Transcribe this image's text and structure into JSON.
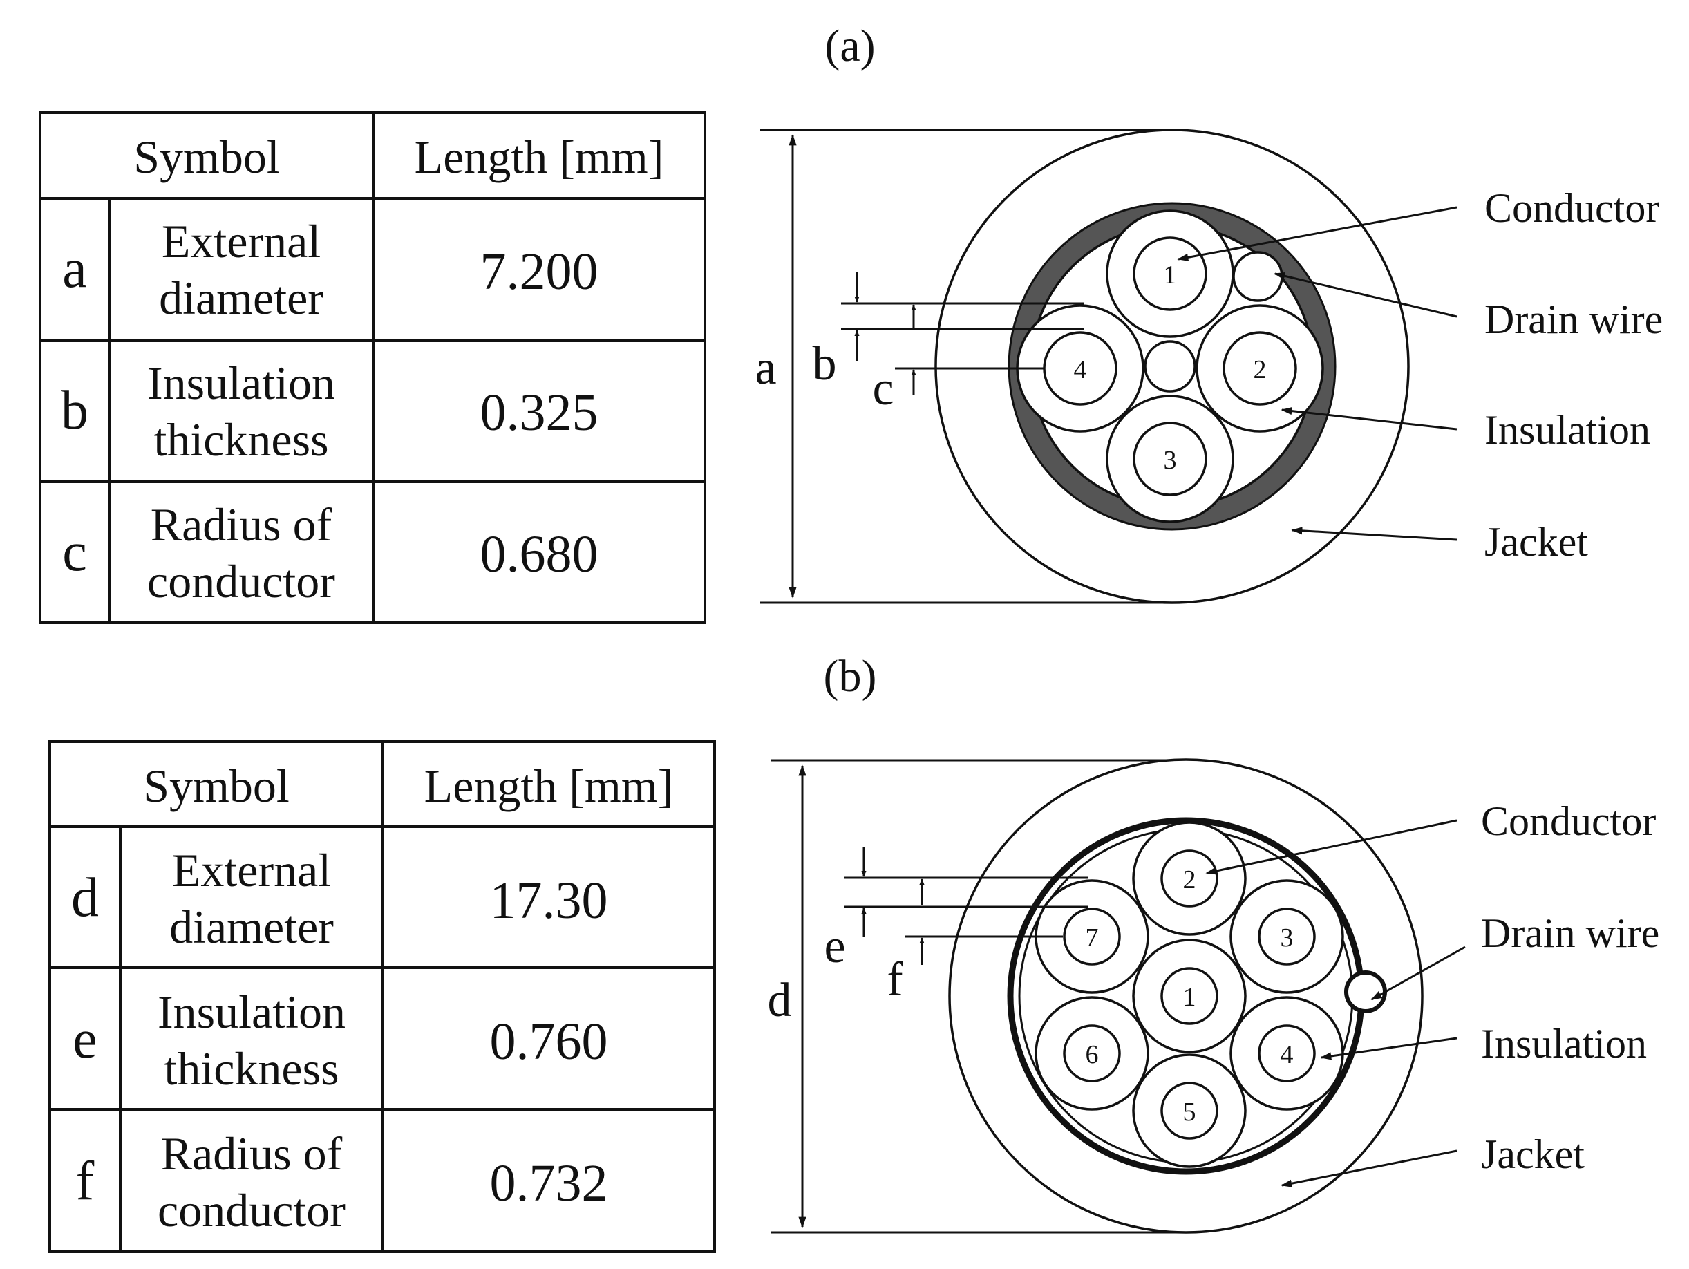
{
  "panel_a": {
    "label": "(a)",
    "table": {
      "header_symbol": "Symbol",
      "header_length": "Length [mm]",
      "rows": [
        {
          "symbol": "a",
          "name_line1": "External",
          "name_line2": "diameter",
          "value": "7.200"
        },
        {
          "symbol": "b",
          "name_line1": "Insulation",
          "name_line2": "thickness",
          "value": "0.325"
        },
        {
          "symbol": "c",
          "name_line1": "Radius of",
          "name_line2": "conductor",
          "value": "0.680"
        }
      ]
    },
    "diagram": {
      "dims": {
        "outer": "a",
        "insulation": "b",
        "conductor": "c"
      },
      "wire_numbers": [
        "1",
        "2",
        "3",
        "4"
      ],
      "callouts": [
        "Conductor",
        "Drain wire",
        "Insulation",
        "Jacket"
      ]
    }
  },
  "panel_b": {
    "label": "(b)",
    "table": {
      "header_symbol": "Symbol",
      "header_length": "Length [mm]",
      "rows": [
        {
          "symbol": "d",
          "name_line1": "External",
          "name_line2": "diameter",
          "value": "17.30"
        },
        {
          "symbol": "e",
          "name_line1": "Insulation",
          "name_line2": "thickness",
          "value": "0.760"
        },
        {
          "symbol": "f",
          "name_line1": "Radius of",
          "name_line2": "conductor",
          "value": "0.732"
        }
      ]
    },
    "diagram": {
      "dims": {
        "outer": "d",
        "insulation": "e",
        "conductor": "f"
      },
      "wire_numbers": [
        "1",
        "2",
        "3",
        "4",
        "5",
        "6",
        "7"
      ],
      "callouts": [
        "Conductor",
        "Drain wire",
        "Insulation",
        "Jacket"
      ]
    }
  }
}
